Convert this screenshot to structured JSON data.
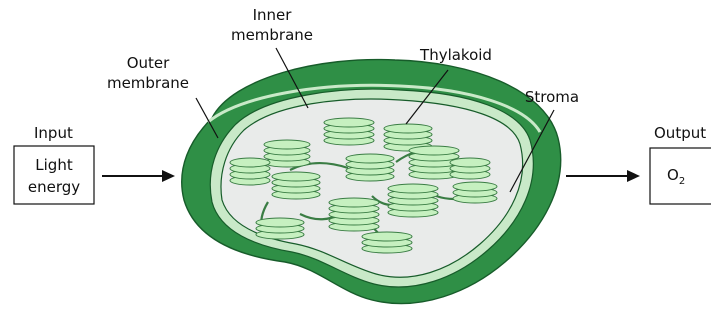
{
  "colors": {
    "outer_membrane": "#2f8f46",
    "inner_membrane": "#c9e9c8",
    "stroma": "#e9ebea",
    "thylakoid_fill": "#c6f0c0",
    "thylakoid_stroke": "#3a7d44",
    "text": "#111111"
  },
  "input": {
    "heading": "Input",
    "box_line1": "Light",
    "box_line2": "energy"
  },
  "output": {
    "heading": "Output",
    "box_main": "O",
    "box_sub": "2"
  },
  "labels": {
    "inner_membrane_line1": "Inner",
    "inner_membrane_line2": "membrane",
    "outer_membrane_line1": "Outer",
    "outer_membrane_line2": "membrane",
    "thylakoid": "Thylakoid",
    "stroma": "Stroma"
  }
}
